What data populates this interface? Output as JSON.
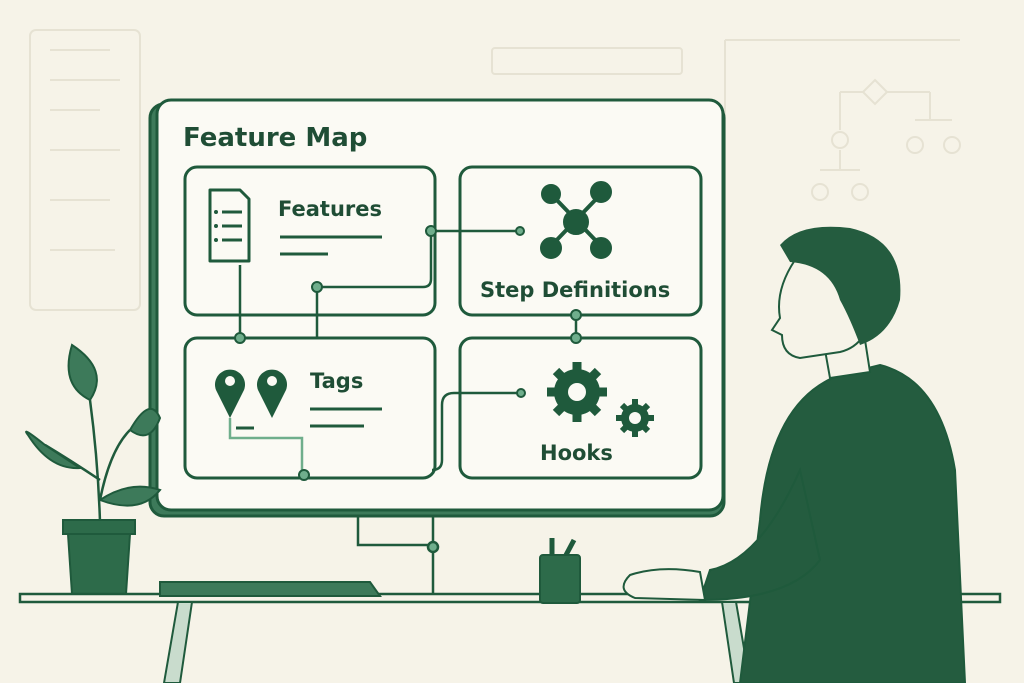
{
  "board": {
    "title": "Feature Map",
    "cards": [
      {
        "label": "Features",
        "icon": "document-list-icon"
      },
      {
        "label": "Step Definitions",
        "icon": "network-nodes-icon"
      },
      {
        "label": "Tags",
        "icon": "map-pin-icon"
      },
      {
        "label": "Hooks",
        "icon": "gears-icon"
      }
    ]
  },
  "colors": {
    "primary": "#1f5a3c",
    "dark_text": "#1f4d35",
    "accent_light": "#6fae8c",
    "background": "#f6f3e8",
    "board": "#fbfaf4"
  }
}
